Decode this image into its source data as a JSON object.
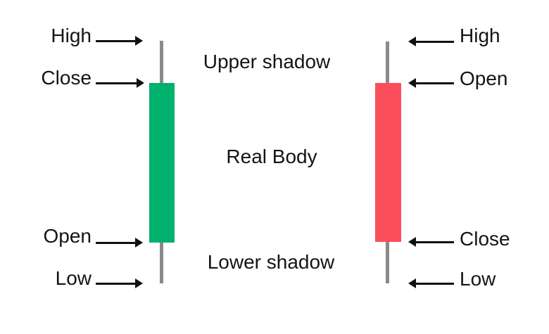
{
  "colors": {
    "background": "#ffffff",
    "bullish_body": "#00B16E",
    "bearish_body": "#FB4E5C",
    "wick": "#8A8A8A",
    "text": "#141414",
    "arrow": "#111111"
  },
  "left_candle_labels": {
    "high": "High",
    "close": "Close",
    "open": "Open",
    "low": "Low"
  },
  "right_candle_labels": {
    "high": "High",
    "open": "Open",
    "close": "Close",
    "low": "Low"
  },
  "center_labels": {
    "upper_shadow": "Upper shadow",
    "real_body": "Real Body",
    "lower_shadow": "Lower shadow"
  }
}
